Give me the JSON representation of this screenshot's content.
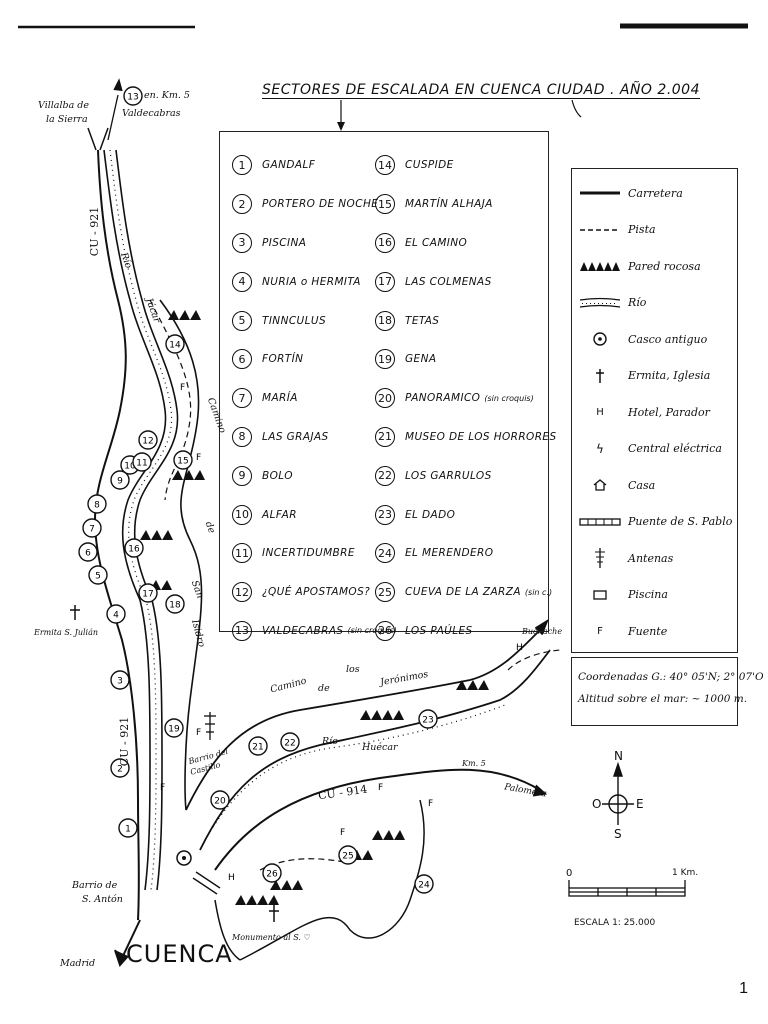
{
  "title": "SECTORES DE ESCALADA EN CUENCA CIUDAD . AÑO 2.004",
  "sectors": [
    {
      "n": "1",
      "name": "GANDALF",
      "note": ""
    },
    {
      "n": "2",
      "name": "PORTERO DE NOCHE",
      "note": ""
    },
    {
      "n": "3",
      "name": "PISCINA",
      "note": ""
    },
    {
      "n": "4",
      "name": "NURIA o HERMITA",
      "note": ""
    },
    {
      "n": "5",
      "name": "TINNCULUS",
      "note": ""
    },
    {
      "n": "6",
      "name": "FORTÍN",
      "note": ""
    },
    {
      "n": "7",
      "name": "MARÍA",
      "note": ""
    },
    {
      "n": "8",
      "name": "LAS GRAJAS",
      "note": ""
    },
    {
      "n": "9",
      "name": "BOLO",
      "note": ""
    },
    {
      "n": "10",
      "name": "ALFAR",
      "note": ""
    },
    {
      "n": "11",
      "name": "INCERTIDUMBRE",
      "note": ""
    },
    {
      "n": "12",
      "name": "¿QUÉ APOSTAMOS?",
      "note": ""
    },
    {
      "n": "13",
      "name": "VALDECABRAS",
      "note": "(sin croquis)"
    },
    {
      "n": "14",
      "name": "CUSPIDE",
      "note": ""
    },
    {
      "n": "15",
      "name": "MARTÍN ALHAJA",
      "note": ""
    },
    {
      "n": "16",
      "name": "EL CAMINO",
      "note": ""
    },
    {
      "n": "17",
      "name": "LAS COLMENAS",
      "note": ""
    },
    {
      "n": "18",
      "name": "TETAS",
      "note": ""
    },
    {
      "n": "19",
      "name": "GENA",
      "note": ""
    },
    {
      "n": "20",
      "name": "PANORAMICO",
      "note": "(sin croquis)"
    },
    {
      "n": "21",
      "name": "MUSEO DE LOS HORRORES",
      "note": ""
    },
    {
      "n": "22",
      "name": "LOS GARRULOS",
      "note": ""
    },
    {
      "n": "23",
      "name": "EL DADO",
      "note": ""
    },
    {
      "n": "24",
      "name": "EL MERENDERO",
      "note": ""
    },
    {
      "n": "25",
      "name": "CUEVA DE LA ZARZA",
      "note": "(sin c.)"
    },
    {
      "n": "26",
      "name": "LOS PAÚLES",
      "note": ""
    }
  ],
  "legend": [
    {
      "icon": "road-line-icon",
      "label": "Carretera"
    },
    {
      "icon": "track-dashed-icon",
      "label": "Pista"
    },
    {
      "icon": "rock-wall-icon",
      "label": "Pared rocosa"
    },
    {
      "icon": "river-icon",
      "label": "Río"
    },
    {
      "icon": "old-town-icon",
      "label": "Casco antiguo"
    },
    {
      "icon": "hermitage-cross-icon",
      "label": "Ermita, Iglesia"
    },
    {
      "icon": "hotel-h-icon",
      "label": "Hotel, Parador"
    },
    {
      "icon": "power-station-icon",
      "label": "Central eléctrica"
    },
    {
      "icon": "house-icon",
      "label": "Casa"
    },
    {
      "icon": "bridge-icon",
      "label": "Puente de S. Pablo"
    },
    {
      "icon": "antenna-icon",
      "label": "Antenas"
    },
    {
      "icon": "pool-icon",
      "label": "Piscina"
    },
    {
      "icon": "fountain-f-icon",
      "label": "Fuente"
    }
  ],
  "coordinates": {
    "line1": "Coordenadas G.: 40° 05'N; 2° 07'O",
    "line2": "Altitud sobre el mar: ~ 1000 m."
  },
  "map_labels": {
    "villalba": [
      "Villalba de",
      "la Sierra"
    ],
    "km5_top": "en. Km. 5",
    "valdecabras": "Valdecabras",
    "road_cu921_top": "CU - 921",
    "road_cu921_bottom": "CU - 921",
    "rio": "Río",
    "jucar": "Júcar",
    "camino": "Camino",
    "de1": "de",
    "san": "San",
    "isidro": "Isidro",
    "ermita_julian": "Ermita S. Julián",
    "camino_jeronimos_1": "Camino",
    "camino_jeronimos_2": "de",
    "camino_jeronimos_3": "los",
    "camino_jeronimos_4": "Jerónimos",
    "buenache": "Buenache",
    "rio_huecar_1": "Río",
    "rio_huecar_2": "Huécar",
    "km5_mid": "Km. 5",
    "cu914": "CU - 914",
    "palomera": "Palomera",
    "barrio_castillo": [
      "Barrio del",
      "Castillo"
    ],
    "barrio_anton": [
      "Barrio de",
      "S. Antón"
    ],
    "monumento": "Monumento al S. ♡",
    "madrid": "Madrid",
    "cuenca": "CUENCA",
    "f": "F",
    "h": "H"
  },
  "compass": {
    "n": "N",
    "s": "S",
    "e": "E",
    "o": "O"
  },
  "scale": {
    "zero": "0",
    "one_km": "1 Km.",
    "label": "ESCALA 1: 25.000"
  },
  "page_number": "1"
}
